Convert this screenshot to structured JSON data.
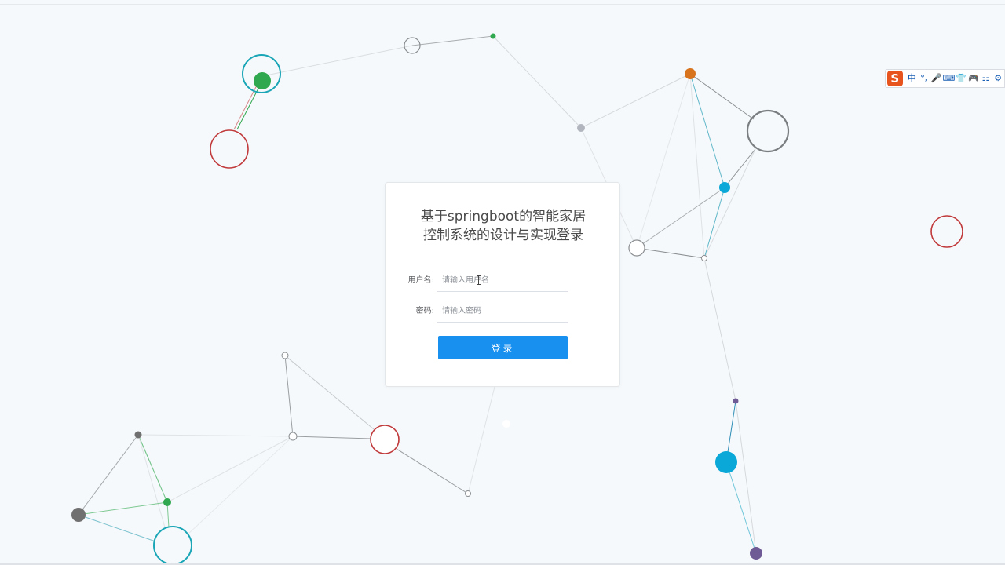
{
  "login": {
    "title": "基于springboot的智能家居控制系统的设计与实现登录",
    "username_label": "用户名:",
    "username_placeholder": "请输入用户名",
    "password_label": "密码:",
    "password_placeholder": "请输入密码",
    "submit_label": "登录"
  },
  "ime_toolbar": {
    "logo": "S",
    "items": [
      "中",
      "°,",
      "🎤",
      "⌨",
      "👕",
      "🎮",
      "⚏",
      "⚙"
    ]
  },
  "colors": {
    "primary_button": "#1890ef",
    "background": "#f6f9fb",
    "node_teal": "#1aa6b7",
    "node_green": "#2fa84f",
    "node_red": "#c0393b",
    "node_orange": "#d8731e",
    "node_gray": "#707070",
    "node_cyan": "#0aa8d8",
    "node_purple": "#6e5a94"
  }
}
